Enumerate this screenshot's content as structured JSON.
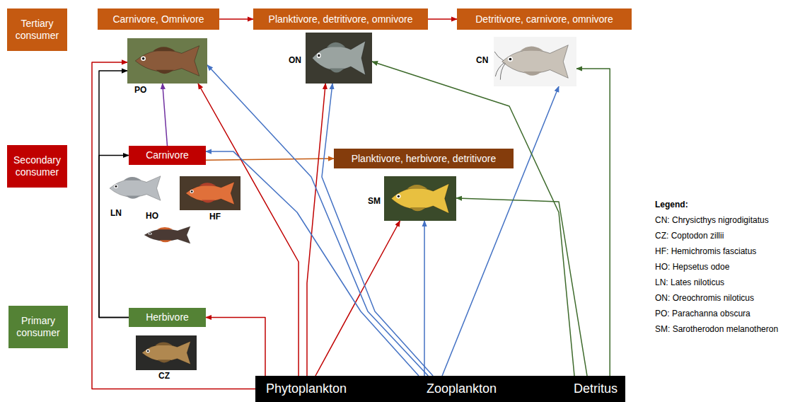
{
  "diagram": {
    "nodes": [
      {
        "text": [
          "Tertiary consumer"
        ]
      },
      {
        "text": [
          "Carnivore, Omnivore"
        ]
      },
      {
        "text": [
          "Planktivore, detritivore, omnivore"
        ]
      },
      {
        "text": [
          "Detritivore, carnivore, omnivore"
        ]
      },
      {
        "text": [
          "PO"
        ]
      },
      {
        "text": [
          "ON"
        ]
      },
      {
        "text": [
          "CN"
        ]
      },
      {
        "text": [
          "Secondary consumer"
        ]
      },
      {
        "text": [
          "Carnivore"
        ]
      },
      {
        "text": [
          "Planktivore, herbivore, detritivore"
        ]
      },
      {
        "text": [
          "LN"
        ]
      },
      {
        "text": [
          "HF"
        ]
      },
      {
        "text": [
          "SM"
        ]
      },
      {
        "text": [
          "HO"
        ]
      },
      {
        "text": [
          "Primary consumer"
        ]
      },
      {
        "text": [
          "Herbivore"
        ]
      },
      {
        "text": [
          "CZ"
        ]
      },
      {
        "text": [
          "Phytoplankton"
        ]
      },
      {
        "text": [
          "Zooplankton"
        ]
      },
      {
        "text": [
          "Detritus"
        ]
      }
    ],
    "edges": [
      {
        "from": 1,
        "to": 2,
        "arrow": "to"
      },
      {
        "from": 2,
        "to": 3,
        "arrow": "to"
      },
      {
        "from": 8,
        "to": 9,
        "arrow": "to"
      },
      {
        "from": 8,
        "to": 4,
        "arrow": "to"
      },
      {
        "from": 15,
        "to": 8,
        "arrow": "to"
      },
      {
        "from": 15,
        "to": 4,
        "arrow": "to"
      },
      {
        "from": 17,
        "to": 15,
        "arrow": "to"
      },
      {
        "from": 17,
        "to": 4,
        "arrow": "to"
      },
      {
        "from": 17,
        "to": 4,
        "arrow": "to"
      },
      {
        "from": 17,
        "to": 5,
        "arrow": "to"
      },
      {
        "from": 17,
        "to": 12,
        "arrow": "to"
      },
      {
        "from": 18,
        "to": 4,
        "arrow": "to"
      },
      {
        "from": 18,
        "to": 5,
        "arrow": "to"
      },
      {
        "from": 18,
        "to": 8,
        "arrow": "to"
      },
      {
        "from": 18,
        "to": 12,
        "arrow": "to"
      },
      {
        "from": 18,
        "to": 6,
        "arrow": "to"
      },
      {
        "from": 19,
        "to": 5,
        "arrow": "to"
      },
      {
        "from": 19,
        "to": 12,
        "arrow": "to"
      },
      {
        "from": 19,
        "to": 6,
        "arrow": "to"
      }
    ],
    "labels": [
      "Legend:"
    ],
    "legend": [
      {
        "text": "CN: Chrysicthys nigrodigitatus"
      },
      {
        "text": "CZ: Coptodon zillii"
      },
      {
        "text": "HF: Hemichromis fasciatus"
      },
      {
        "text": "HO: Hepsetus odoe"
      },
      {
        "text": "LN: Lates niloticus"
      },
      {
        "text": "ON: Oreochromis niloticus"
      },
      {
        "text": "PO: Parachanna obscura"
      },
      {
        "text": "SM: Sarotherodon melanotheron"
      }
    ]
  }
}
